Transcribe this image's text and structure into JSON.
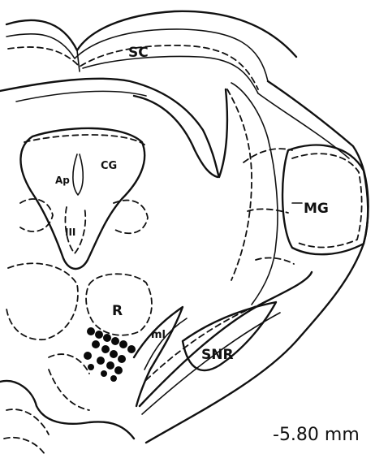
{
  "regions": {
    "sc": "SC",
    "cg": "CG",
    "ap": "Ap",
    "iii": "III",
    "mg": "MG",
    "r": "R",
    "ml": "ml",
    "snr": "SNR"
  },
  "coordinate": "-5.80 mm",
  "colors": {
    "ink": "#111111",
    "background": "#ffffff"
  }
}
